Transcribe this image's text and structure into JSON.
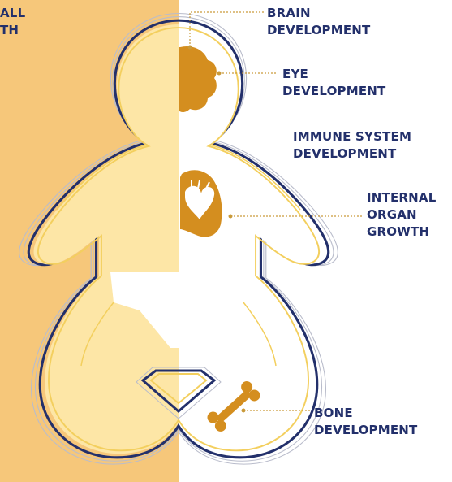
{
  "colors": {
    "left_background": "#f6c77a",
    "body_left_fill": "#fde6a6",
    "body_right_fill": "#ffffff",
    "diaper_fill": "#ffffff",
    "outline_navy": "#23306b",
    "outline_gold": "#f3cf5e",
    "outline_gray": "#b9bccb",
    "organ_color": "#d48e1f",
    "label_color": "#23306b",
    "leader_color": "#c99a3a"
  },
  "left_label": {
    "line1": "ALL",
    "line2": "TH"
  },
  "labels": {
    "brain": {
      "line1": "BRAIN",
      "line2": "DEVELOPMENT"
    },
    "eye": {
      "line1": "EYE",
      "line2": "DEVELOPMENT"
    },
    "immune": {
      "line1": "IMMUNE SYSTEM",
      "line2": "DEVELOPMENT"
    },
    "internal": {
      "line1": "INTERNAL",
      "line2": "ORGAN",
      "line3": "GROWTH"
    },
    "bone": {
      "line1": "BONE",
      "line2": "DEVELOPMENT"
    }
  },
  "icons": {
    "brain": "brain-icon",
    "heart": "heart-icon",
    "lungs": "lungs-icon",
    "bone": "bone-icon"
  }
}
